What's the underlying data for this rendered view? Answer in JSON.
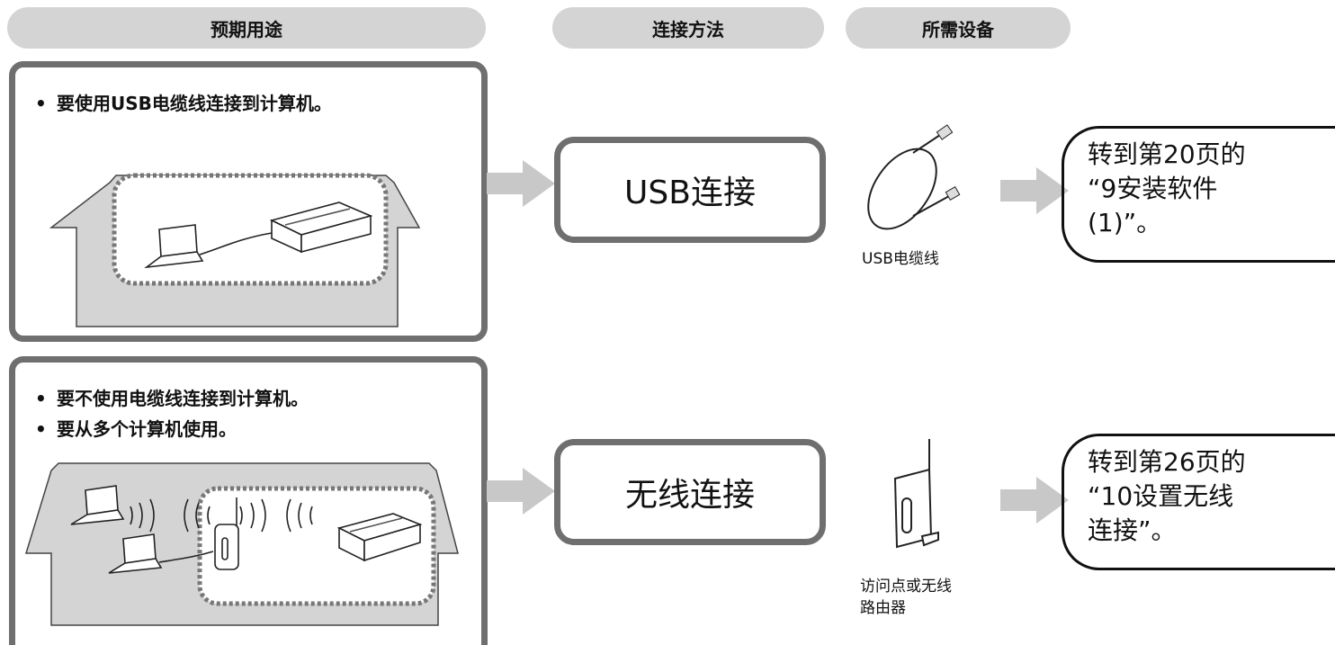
{
  "headers": {
    "purpose": "预期用途",
    "method": "连接方法",
    "equipment": "所需设备"
  },
  "usb_row": {
    "bullet_1": "要使用USB电缆线连接到计算机。",
    "method_label": "USB连接",
    "equipment_caption": "USB电缆线",
    "destination": [
      "转到第20页的",
      "“9安装软件",
      "(1)”。"
    ]
  },
  "wireless_row": {
    "bullet_1": "要不使用电缆线连接到计算机。",
    "bullet_2": "要从多个计算机使用。",
    "method_label": "无线连接",
    "equipment_caption": [
      "访问点或无线",
      "路由器"
    ],
    "destination": [
      "转到第26页的",
      "“10设置无线",
      "连接”。"
    ]
  },
  "bullet_symbol": "•",
  "colors": {
    "header_bg": "#d4d4d4",
    "panel_border": "#6f6f6f",
    "arrow": "#c8c8c8",
    "scene_fill": "#d4d4d4"
  }
}
